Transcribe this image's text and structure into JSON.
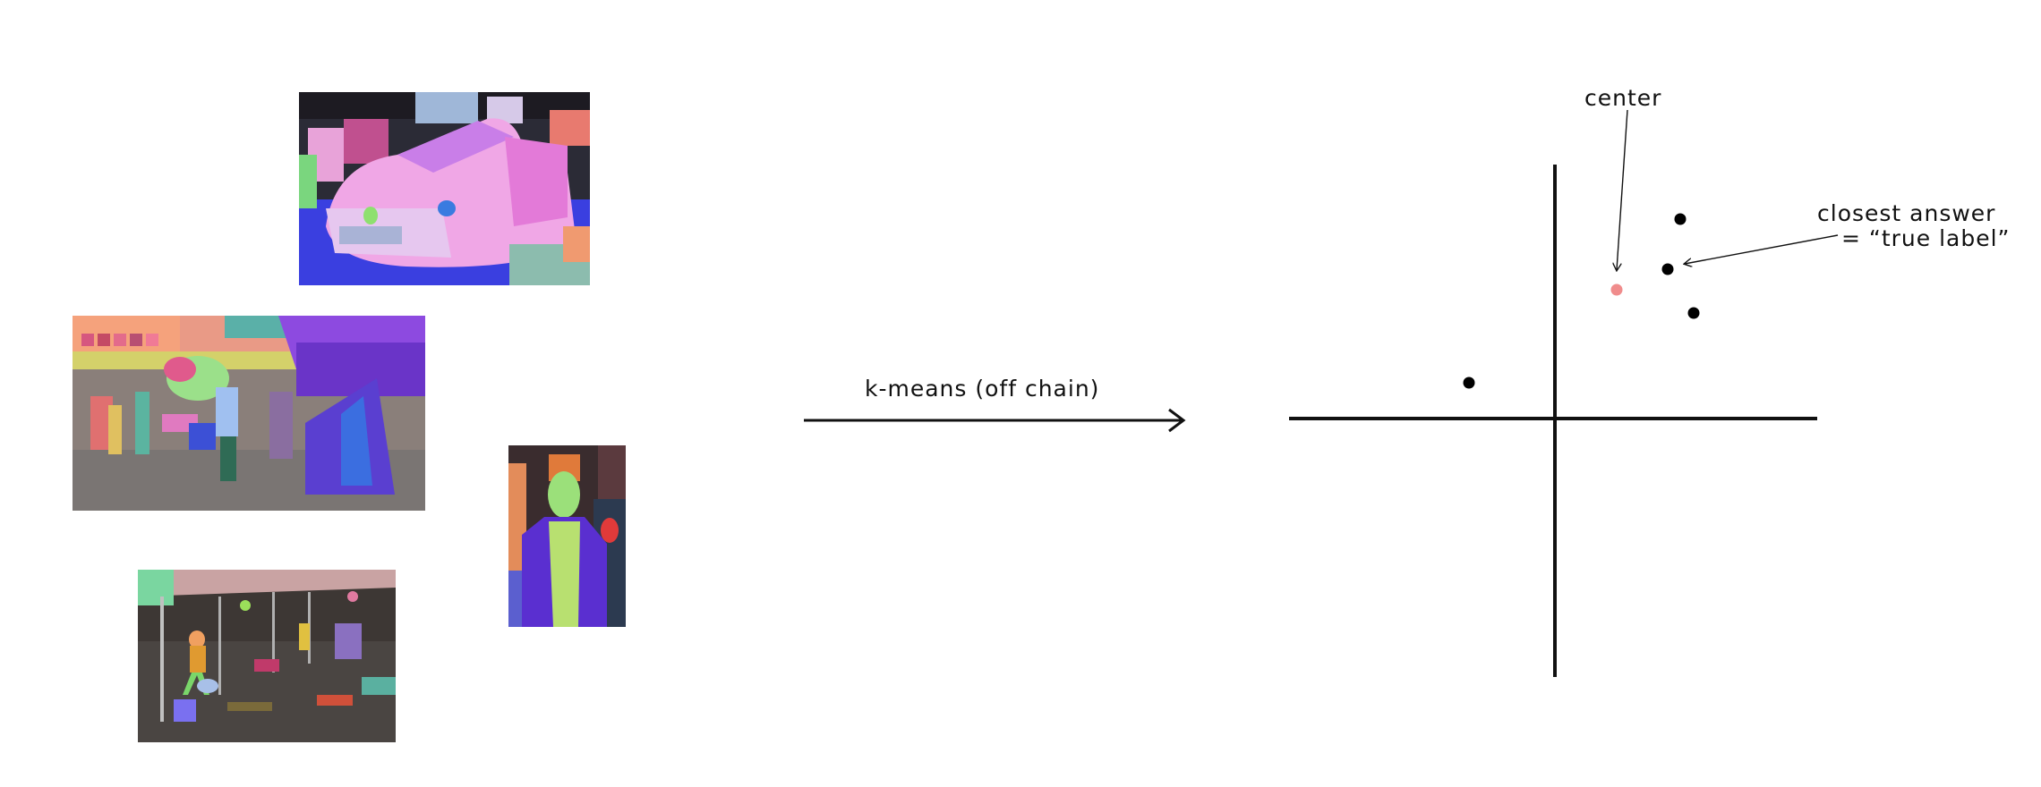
{
  "images": [
    {
      "name": "segmented-car-image"
    },
    {
      "name": "segmented-market-crowd-image"
    },
    {
      "name": "segmented-child-portrait-image"
    },
    {
      "name": "segmented-street-scene-image"
    }
  ],
  "arrow": {
    "label": "k-means (off chain)"
  },
  "plot": {
    "center_label": "center",
    "answer_label_line1": "closest answer",
    "answer_label_line2": "= “true label”"
  },
  "colors": {
    "axis": "#111111",
    "point": "#000000",
    "center_point": "#f08c8c"
  }
}
